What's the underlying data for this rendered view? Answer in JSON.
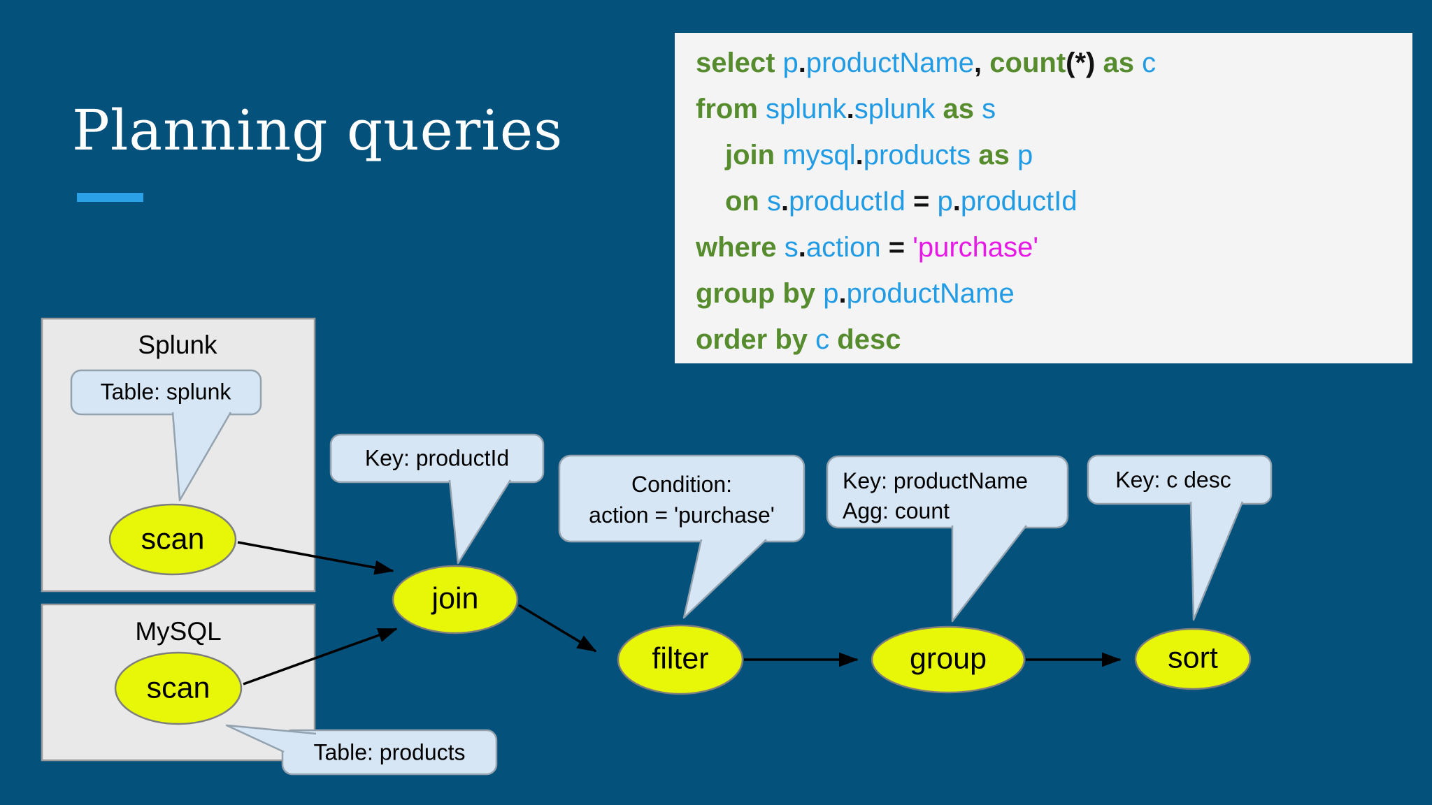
{
  "slide": {
    "title": "Planning queries"
  },
  "colors": {
    "background": "#04517c",
    "accent_dash_blue": "#2ba2e8",
    "code_background": "#f4f4f4",
    "keyword_green": "#568b2e",
    "identifier_blue": "#219be4",
    "string_magenta": "#e619e6",
    "node_yellow": "#e8f607",
    "callout_blue": "#d7e6f4",
    "box_gray": "#e9e9e9"
  },
  "code": {
    "lines": {
      "0": [
        {
          "t": "select ",
          "c": "kw"
        },
        {
          "t": "p",
          "c": "id"
        },
        {
          "t": ".",
          "c": "pl"
        },
        {
          "t": "productName",
          "c": "id"
        },
        {
          "t": ", ",
          "c": "pl"
        },
        {
          "t": "count",
          "c": "kw"
        },
        {
          "t": "(*) ",
          "c": "pl"
        },
        {
          "t": "as ",
          "c": "kw"
        },
        {
          "t": "c",
          "c": "id"
        }
      ],
      "1": [
        {
          "t": "from ",
          "c": "kw"
        },
        {
          "t": "splunk",
          "c": "id"
        },
        {
          "t": ".",
          "c": "pl"
        },
        {
          "t": "splunk ",
          "c": "id"
        },
        {
          "t": "as ",
          "c": "kw"
        },
        {
          "t": "s",
          "c": "id"
        }
      ],
      "2": [
        {
          "t": "join ",
          "c": "kw"
        },
        {
          "t": "mysql",
          "c": "id"
        },
        {
          "t": ".",
          "c": "pl"
        },
        {
          "t": "products ",
          "c": "id"
        },
        {
          "t": "as ",
          "c": "kw"
        },
        {
          "t": "p",
          "c": "id"
        }
      ],
      "3": [
        {
          "t": "on ",
          "c": "kw"
        },
        {
          "t": "s",
          "c": "id"
        },
        {
          "t": ".",
          "c": "pl"
        },
        {
          "t": "productId",
          "c": "id"
        },
        {
          "t": " = ",
          "c": "pl"
        },
        {
          "t": "p",
          "c": "id"
        },
        {
          "t": ".",
          "c": "pl"
        },
        {
          "t": "productId",
          "c": "id"
        }
      ],
      "4": [
        {
          "t": "where ",
          "c": "kw"
        },
        {
          "t": "s",
          "c": "id"
        },
        {
          "t": ".",
          "c": "pl"
        },
        {
          "t": "action",
          "c": "id"
        },
        {
          "t": " = ",
          "c": "pl"
        },
        {
          "t": "'purchase'",
          "c": "str"
        }
      ],
      "5": [
        {
          "t": "group by ",
          "c": "kw"
        },
        {
          "t": "p",
          "c": "id"
        },
        {
          "t": ".",
          "c": "pl"
        },
        {
          "t": "productName",
          "c": "id"
        }
      ],
      "6": [
        {
          "t": "order by ",
          "c": "kw"
        },
        {
          "t": "c ",
          "c": "id"
        },
        {
          "t": "desc",
          "c": "kw"
        }
      ]
    }
  },
  "diagram": {
    "sources": {
      "splunk_label": "Splunk",
      "mysql_label": "MySQL"
    },
    "nodes": {
      "scan_splunk": "scan",
      "scan_mysql": "scan",
      "join": "join",
      "filter": "filter",
      "group": "group",
      "sort": "sort"
    },
    "callouts": {
      "table_splunk": "Table: splunk",
      "table_products": "Table: products",
      "key_productid": "Key: productId",
      "condition_line1": "Condition:",
      "condition_line2": "action = 'purchase'",
      "key_productname_line1": "Key: productName",
      "key_productname_line2": "Agg: count",
      "key_c_desc": "Key: c desc"
    }
  }
}
